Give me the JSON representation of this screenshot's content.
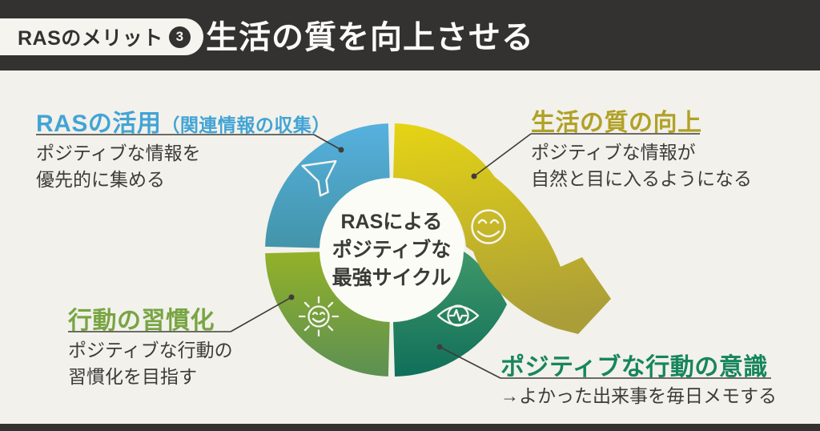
{
  "header": {
    "badge_label": "RASのメリット",
    "badge_number": "3",
    "title": "生活の質を向上させる"
  },
  "center_label": {
    "line1": "RASによる",
    "line2": "ポジティブな",
    "line3": "最強サイクル"
  },
  "sections": {
    "ras_activation": {
      "heading": "RASの活用",
      "heading_note": "（関連情報の収集）",
      "body_line1": "ポジティブな情報を",
      "body_line2": "優先的に集める",
      "accent_color": "#42a4d5",
      "icon": "funnel-icon"
    },
    "life_quality": {
      "heading": "生活の質の向上",
      "body_line1": "ポジティブな情報が",
      "body_line2": "自然と目に入るようになる",
      "accent_color": "#b1a126",
      "icon": "smiley-face-icon"
    },
    "habit": {
      "heading": "行動の習慣化",
      "body_line1": "ポジティブな行動の",
      "body_line2": "習慣化を目指す",
      "accent_color": "#78a543",
      "icon": "sun-smiley-icon"
    },
    "positive_action": {
      "heading": "ポジティブな行動の意識",
      "body_line1": "→よかった出来事を毎日メモする",
      "accent_color": "#17855d",
      "icon": "eye-pulse-icon"
    }
  },
  "colors": {
    "background": "#f2f1eb",
    "header_background": "#343230",
    "header_text": "#fbfaf7",
    "badge_background": "#f6f4ef",
    "body_text": "#3d3c39",
    "connector": "#3e3d3a",
    "segment_blue_top": "#56b1de",
    "segment_blue_bottom": "#4394a9",
    "segment_yellow_top": "#e6d414",
    "segment_yellow_bottom": "#ab9e38",
    "segment_olive_top": "#93b128",
    "segment_olive_bottom": "#5c9053",
    "segment_green_top": "#3f9769",
    "segment_green_bottom": "#106f59"
  }
}
